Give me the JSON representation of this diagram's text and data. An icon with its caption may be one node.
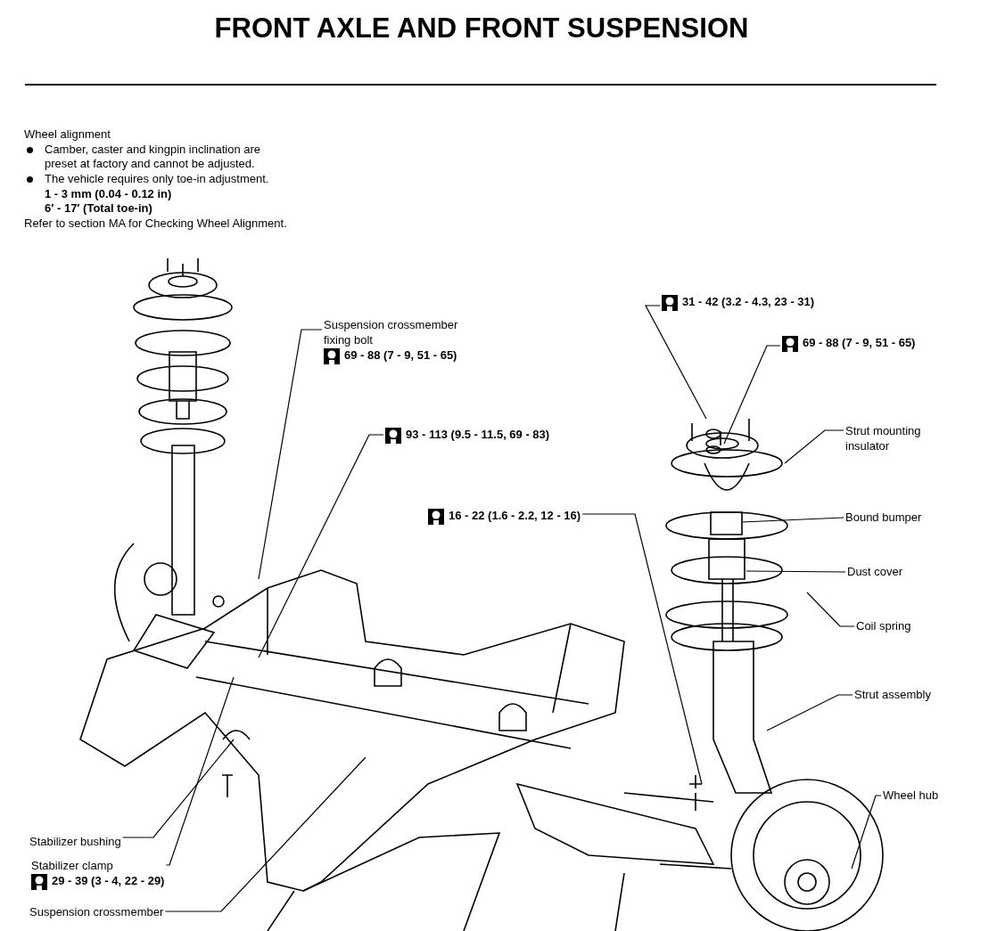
{
  "diagram": {
    "title": "FRONT AXLE AND FRONT SUSPENSION",
    "nodes": [
      {
        "text": [
          "Suspension crossmember fixing bolt",
          "69 - 88 (7 - 9, 51 - 65)"
        ]
      },
      {
        "text": [
          "93 - 113 (9.5 - 11.5, 69 - 83)"
        ]
      },
      {
        "text": [
          "16 - 22 (1.6 - 2.2, 12 - 16)"
        ]
      },
      {
        "text": [
          "31 - 42 (3.2 - 4.3, 23 - 31)"
        ]
      },
      {
        "text": [
          "69 - 88 (7 - 9, 51 - 65)"
        ]
      },
      {
        "text": [
          "Strut mounting insulator"
        ]
      },
      {
        "text": [
          "Bound bumper"
        ]
      },
      {
        "text": [
          "Dust cover"
        ]
      },
      {
        "text": [
          "Coil spring"
        ]
      },
      {
        "text": [
          "Strut assembly"
        ]
      },
      {
        "text": [
          "Wheel hub"
        ]
      },
      {
        "text": [
          "Stabilizer bushing"
        ]
      },
      {
        "text": [
          "Stabilizer clamp",
          "29 - 39 (3 - 4, 22 - 29)"
        ]
      },
      {
        "text": [
          "Suspension crossmember"
        ]
      }
    ],
    "edges": [
      {
        "from": 0,
        "to": null,
        "arrow": "none"
      },
      {
        "from": 1,
        "to": null,
        "arrow": "none"
      },
      {
        "from": 2,
        "to": null,
        "arrow": "none"
      },
      {
        "from": 3,
        "to": null,
        "arrow": "none"
      },
      {
        "from": 4,
        "to": null,
        "arrow": "none"
      },
      {
        "from": 5,
        "to": null,
        "arrow": "none"
      },
      {
        "from": 6,
        "to": null,
        "arrow": "none"
      },
      {
        "from": 7,
        "to": null,
        "arrow": "none"
      },
      {
        "from": 8,
        "to": null,
        "arrow": "none"
      },
      {
        "from": 9,
        "to": null,
        "arrow": "none"
      },
      {
        "from": 10,
        "to": null,
        "arrow": "none"
      },
      {
        "from": 11,
        "to": null,
        "arrow": "none"
      },
      {
        "from": 12,
        "to": null,
        "arrow": "none"
      },
      {
        "from": 13,
        "to": null,
        "arrow": "none"
      }
    ],
    "labels": [
      "Wheel alignment",
      "Camber, caster and kingpin inclination are preset at factory and cannot be adjusted.",
      "The vehicle requires only toe-in adjustment.",
      "1 - 3 mm (0.04 - 0.12 in)",
      "6′ - 17′ (Total toe-in)",
      "Refer to section MA for Checking Wheel Alignment."
    ]
  }
}
